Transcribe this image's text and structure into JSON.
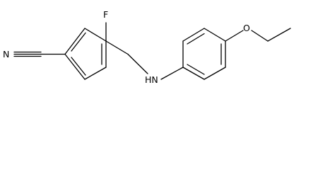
{
  "figure": {
    "type": "chemical-structure",
    "bond_color": "#000000",
    "background": "#ffffff"
  },
  "atoms": {
    "nitrogen_nitrile": "N",
    "fluorine": "F",
    "amine": "HN",
    "oxygen_ether": "O"
  }
}
